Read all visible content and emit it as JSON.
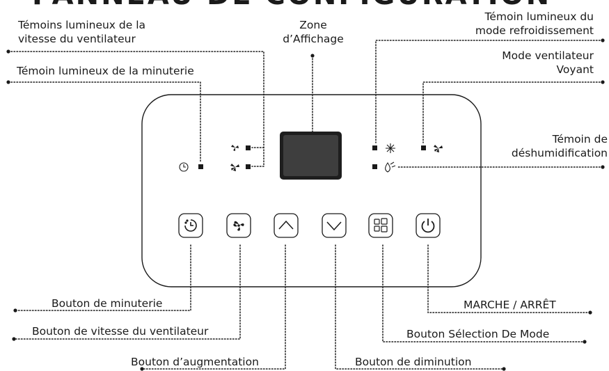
{
  "title": "PANNEAU DE CONFIGURATION",
  "labels": {
    "fan_speed_lights_1": "Témoins lumineux de la",
    "fan_speed_lights_2": "vitesse du ventilateur",
    "timer_light": "Témoin lumineux de la minuterie",
    "display_zone_1": "Zone",
    "display_zone_2": "d’Affichage",
    "cool_light_1": "Témoin lumineux du",
    "cool_light_2": "mode refroidissement",
    "fan_mode_1": "Mode ventilateur",
    "fan_mode_2": "Voyant",
    "dehumid_1": "Témoin de",
    "dehumid_2": "déshumidification",
    "timer_button": "Bouton de minuterie",
    "fan_speed_button": "Bouton de vitesse du ventilateur",
    "up_button": "Bouton d’augmentation",
    "down_button": "Bouton de diminution",
    "mode_button": "Bouton Sélection De Mode",
    "power_button": "MARCHE / ARRÊT"
  },
  "icons": [
    "timer-icon",
    "fan-icon",
    "up-arrow-icon",
    "down-arrow-icon",
    "mode-icon",
    "power-icon",
    "snowflake-icon",
    "droplet-icon"
  ],
  "colors": {
    "line": "#1a1a1a",
    "panel_border": "#1a1a1a",
    "display": "#3a3a3a"
  }
}
